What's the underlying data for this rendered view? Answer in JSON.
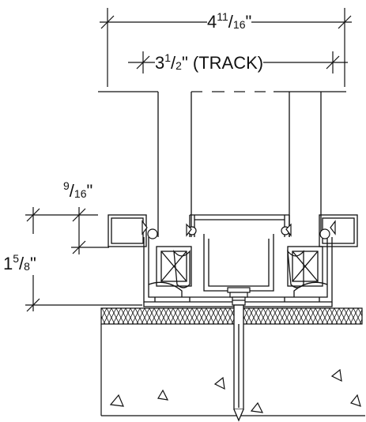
{
  "dimensions": {
    "overall_width": {
      "whole": "4",
      "numerator": "11",
      "denominator": "16",
      "unit": "\""
    },
    "track_width": {
      "whole": "3",
      "numerator": "1",
      "denominator": "2",
      "unit": "\"",
      "suffix": " (TRACK)"
    },
    "lip_height": {
      "whole": "",
      "numerator": "9",
      "denominator": "16",
      "unit": "\""
    },
    "track_height": {
      "whole": "1",
      "numerator": "5",
      "denominator": "8",
      "unit": "\""
    }
  },
  "style": {
    "line_color": "#111111",
    "background": "#ffffff"
  }
}
